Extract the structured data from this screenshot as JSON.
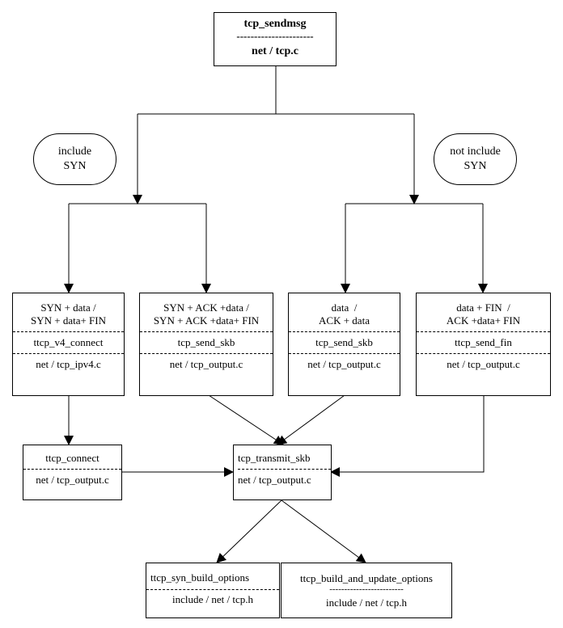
{
  "top": {
    "title": "tcp_sendmsg",
    "sep": "----------------------",
    "file": "net / tcp.c"
  },
  "labels": {
    "include_l1": "include",
    "include_l2": "SYN",
    "not_include_l1": "not include",
    "not_include_l2": "SYN"
  },
  "boxes": {
    "b1": {
      "l1": "SYN + data /",
      "l2": "SYN + data+ FIN",
      "func": "ttcp_v4_connect",
      "file": "net / tcp_ipv4.c"
    },
    "b2": {
      "l1": "SYN + ACK +data /",
      "l2": "SYN + ACK +data+ FIN",
      "func": "tcp_send_skb",
      "file": "net / tcp_output.c"
    },
    "b3": {
      "l1": "data  /",
      "l2": "ACK + data",
      "func": "tcp_send_skb",
      "file": "net / tcp_output.c"
    },
    "b4": {
      "l1": "data + FIN  /",
      "l2": "ACK +data+ FIN",
      "func": "ttcp_send_fin",
      "file": "net / tcp_output.c"
    }
  },
  "connect": {
    "func": "ttcp_connect",
    "file": "net / tcp_output.c"
  },
  "transmit": {
    "func": "tcp_transmit_skb",
    "file": "net / tcp_output.c"
  },
  "syn_opts": {
    "func": "ttcp_syn_build_options",
    "file": "include / net / tcp.h"
  },
  "build_opts": {
    "func": "ttcp_build_and_update_options",
    "sep": "-------------------------",
    "file": "include / net / tcp.h"
  }
}
